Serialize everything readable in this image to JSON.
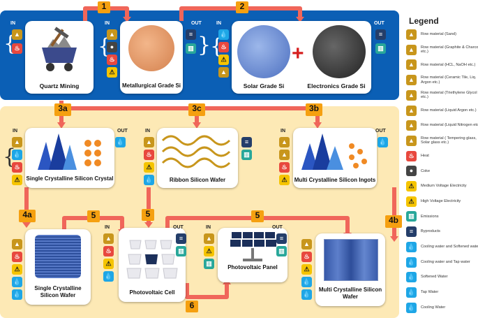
{
  "steps": {
    "s1": "1",
    "s2": "2",
    "s3a": "3a",
    "s3b": "3b",
    "s3c": "3c",
    "s4a": "4a",
    "s4b": "4b",
    "s5a": "5",
    "s5b": "5",
    "s5c": "5",
    "s6": "6"
  },
  "io": {
    "in": "IN",
    "out": "OUT"
  },
  "nodes": {
    "quartz_mining": "Quartz Mining",
    "metallurgical": "Metallurgical Grade Si",
    "solar_grade": "Solar Grade Si",
    "electronics_grade": "Electronics Grade Si",
    "sc_crystal": "Single Crystalline Silicon Crystal",
    "ribbon_wafer": "Ribbon Silicon Wafer",
    "mc_ingots": "Multi Crystalline Silicon Ingots",
    "sc_wafer": "Single Crystalline Silicon Wafer",
    "pv_cell": "Photovoltaic Cell",
    "pv_panel": "Photovoltaic Panel",
    "mc_wafer": "Multi Crystalline Silicon Wafer"
  },
  "plus": "+",
  "legend": {
    "title": "Legend",
    "items": [
      {
        "icon": "sand-icon",
        "color": "#c8961c",
        "text": "Row material (Sand)"
      },
      {
        "icon": "graphite-icon",
        "color": "#c8961c",
        "text": "Row material (Graphite & Charcoal etc.)"
      },
      {
        "icon": "acid-icon",
        "color": "#c8961c",
        "text": "Row material (HCL, NaOH etc.)"
      },
      {
        "icon": "tile-icon",
        "color": "#c8961c",
        "text": "Row material (Ceramic Tile, Liq. Argon etc.)"
      },
      {
        "icon": "glycol-icon",
        "color": "#c8961c",
        "text": "Row material (Triethylene Glycol etc.)"
      },
      {
        "icon": "argon-icon",
        "color": "#c8961c",
        "text": "Row material (Liquid Argon etc.)"
      },
      {
        "icon": "nitrogen-icon",
        "color": "#c8961c",
        "text": "Row material (Liquid Nitrogen etc.)"
      },
      {
        "icon": "glass-icon",
        "color": "#c8961c",
        "text": "Row material ( Tempering glass, Solar glass etc.)"
      },
      {
        "icon": "heat-icon",
        "color": "#e8483e",
        "text": "Heat"
      },
      {
        "icon": "coke-icon",
        "color": "#444444",
        "text": "Coke"
      },
      {
        "icon": "medium-voltage-icon",
        "color": "#f5c400",
        "text": "Medium Voltage Electricity"
      },
      {
        "icon": "high-voltage-icon",
        "color": "#f5c400",
        "text": "High Voltage Electricity"
      },
      {
        "icon": "emissions-icon",
        "color": "#28a79a",
        "text": "Emissions"
      },
      {
        "icon": "byproducts-icon",
        "color": "#243e6a",
        "text": "Byproducts"
      },
      {
        "icon": "cooling-softened-icon",
        "color": "#1ea6e6",
        "text": "Cooling water and Softened water"
      },
      {
        "icon": "cooling-tap-icon",
        "color": "#1ea6e6",
        "text": "Cooling water and Tap water"
      },
      {
        "icon": "softened-water-icon",
        "color": "#1ea6e6",
        "text": "Softened Water"
      },
      {
        "icon": "tap-water-icon",
        "color": "#1ea6e6",
        "text": "Tap Water"
      },
      {
        "icon": "cooling-water-icon",
        "color": "#1ea6e6",
        "text": "Cooling Water"
      }
    ]
  },
  "colors": {
    "blue_band": "#0b5fb5",
    "yellow_band": "#fde9b5",
    "arrow": "#f0665a",
    "step_badge": "#f5a010"
  }
}
